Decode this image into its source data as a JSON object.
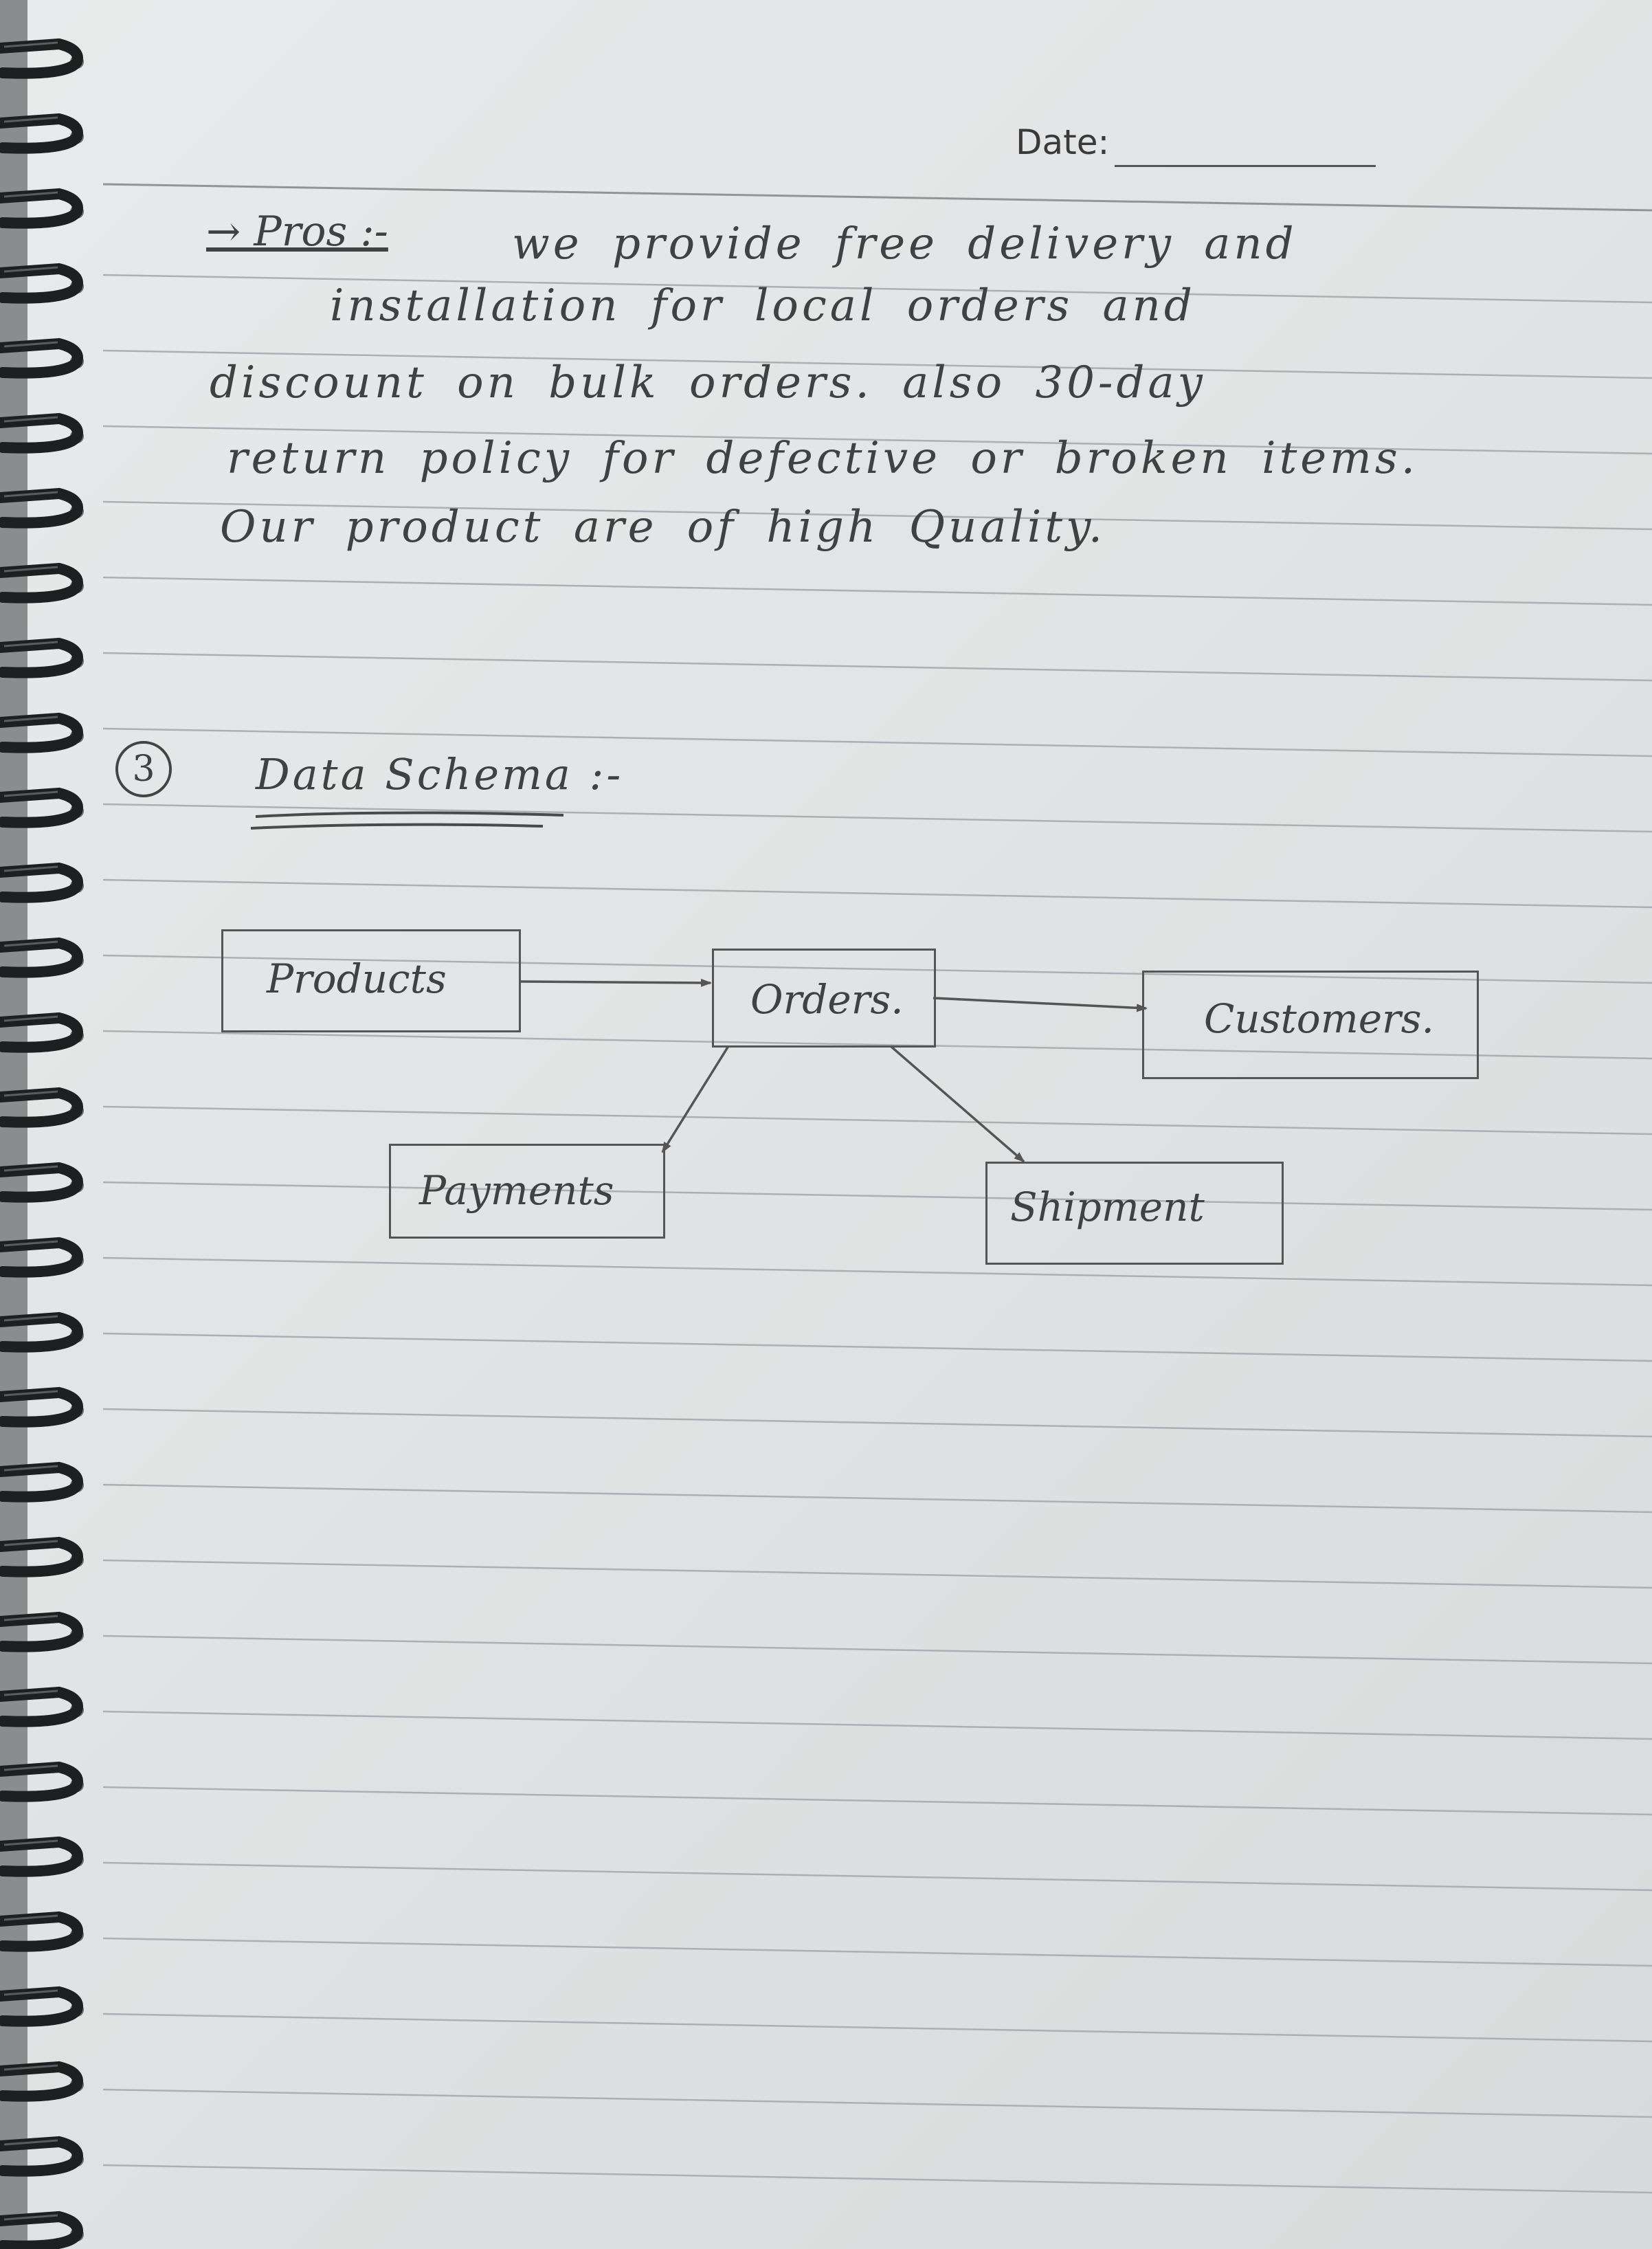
{
  "header": {
    "date_label": "Date:"
  },
  "pros": {
    "label": "→ Pros :-",
    "lines": [
      "we provide free delivery and",
      "installation for local orders and",
      "discount on bulk orders. also 30-day",
      "return policy for defective or broken items.",
      "Our product are of high Quality."
    ]
  },
  "section": {
    "number": "3",
    "title": "Data Schema :-"
  },
  "diagram": {
    "entities": [
      "Products",
      "Orders.",
      "Customers.",
      "Payments",
      "Shipment"
    ],
    "relations": [
      {
        "from": "Products",
        "to": "Orders."
      },
      {
        "from": "Orders.",
        "to": "Customers."
      },
      {
        "from": "Orders.",
        "to": "Payments"
      },
      {
        "from": "Orders.",
        "to": "Shipment"
      }
    ]
  },
  "colors": {
    "ink": "#3f4142",
    "paper": "#e4e5e6",
    "rule_line": "#aab0b6"
  }
}
